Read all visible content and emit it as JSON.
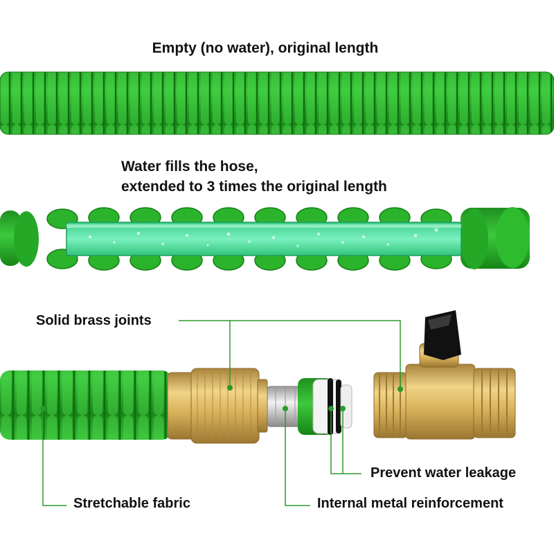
{
  "captions": {
    "empty_state": "Empty (no water), original length",
    "filled_line1": "Water fills the hose,",
    "filled_line2": "extended to 3 times the original length"
  },
  "callouts": {
    "brass": "Solid brass joints",
    "leakage": "Prevent water leakage",
    "fabric": "Stretchable fabric",
    "metal": "Internal metal reinforcement"
  },
  "colors": {
    "hose_green": "#2fb52f",
    "hose_dark": "#1a8a1a",
    "inner_tube": "#5fe3a6",
    "brass": "#d8b25a",
    "leader_line": "#2a9a2a",
    "valve_handle": "#111111"
  }
}
